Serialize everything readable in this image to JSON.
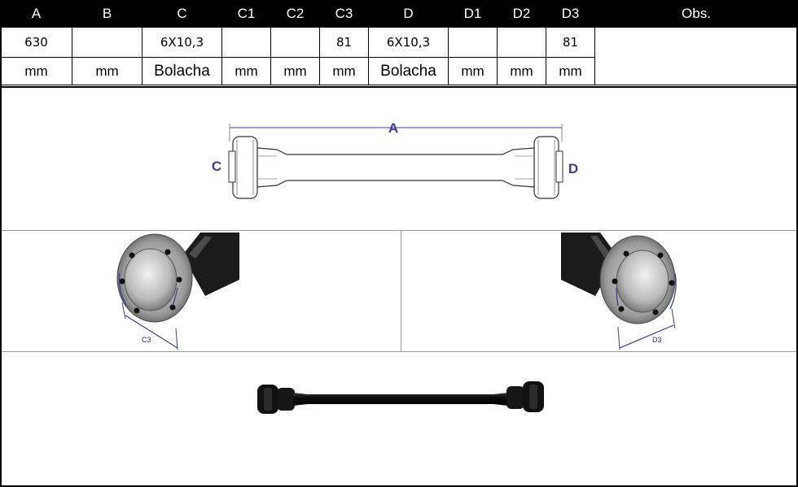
{
  "table": {
    "headers": [
      "A",
      "B",
      "C",
      "C1",
      "C2",
      "C3",
      "D",
      "D1",
      "D2",
      "D3",
      "Obs."
    ],
    "values": [
      "630",
      "",
      "6X10,3",
      "",
      "",
      "81",
      "6X10,3",
      "",
      "",
      "81"
    ],
    "units": [
      "mm",
      "mm",
      "Bolacha",
      "mm",
      "mm",
      "mm",
      "Bolacha",
      "mm",
      "mm",
      "mm"
    ],
    "obs": ""
  },
  "diagram": {
    "label_a": "A",
    "label_c": "C",
    "label_d": "D",
    "label_c3": "C3",
    "label_d3": "D3"
  },
  "colors": {
    "dimension": "#3b3f8f",
    "header_bg": "#000000",
    "border": "#000000"
  }
}
